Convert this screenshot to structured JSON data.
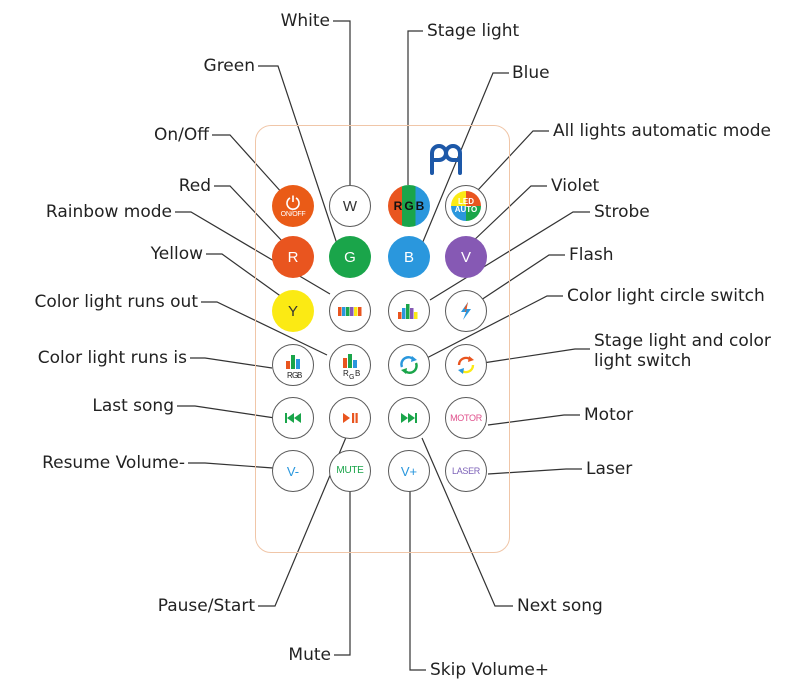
{
  "colors": {
    "orange": "#ea5b17",
    "red": "#e9551f",
    "green": "#1aa54a",
    "blue": "#2a97dd",
    "violet": "#8659b4",
    "yellow": "#fbea14",
    "frame": "#f0c6a8",
    "line": "#333333"
  },
  "buttons": {
    "onoff": "ON/OFF",
    "w": "W",
    "rgb": [
      "R",
      "G",
      "B"
    ],
    "led": "LED",
    "auto": "AUTO",
    "r": "R",
    "g": "G",
    "b": "B",
    "v": "V",
    "y": "Y",
    "rg_r": "R",
    "rg_g": "G",
    "rg_b": "B",
    "motor": "MOTOR",
    "vminus": "V-",
    "mute": "MUTE",
    "vplus": "V+",
    "laser": "LASER"
  },
  "labels": {
    "white": "White",
    "stage_light": "Stage light",
    "green": "Green",
    "blue": "Blue",
    "all_lights_auto": "All lights automatic mode",
    "onoff": "On/Off",
    "red": "Red",
    "violet": "Violet",
    "rainbow": "Rainbow mode",
    "strobe": "Strobe",
    "yellow": "Yellow",
    "flash": "Flash",
    "runs_out": "Color light runs out",
    "circle_switch": "Color light circle switch",
    "runs_is": "Color light runs is",
    "stage_color_switch": "Stage light and color light switch",
    "last_song": "Last song",
    "motor": "Motor",
    "resume_volume": "Resume Volume-",
    "laser": "Laser",
    "pause_start": "Pause/Start",
    "next_song": "Next song",
    "mute": "Mute",
    "skip_volume": "Skip Volume+"
  }
}
